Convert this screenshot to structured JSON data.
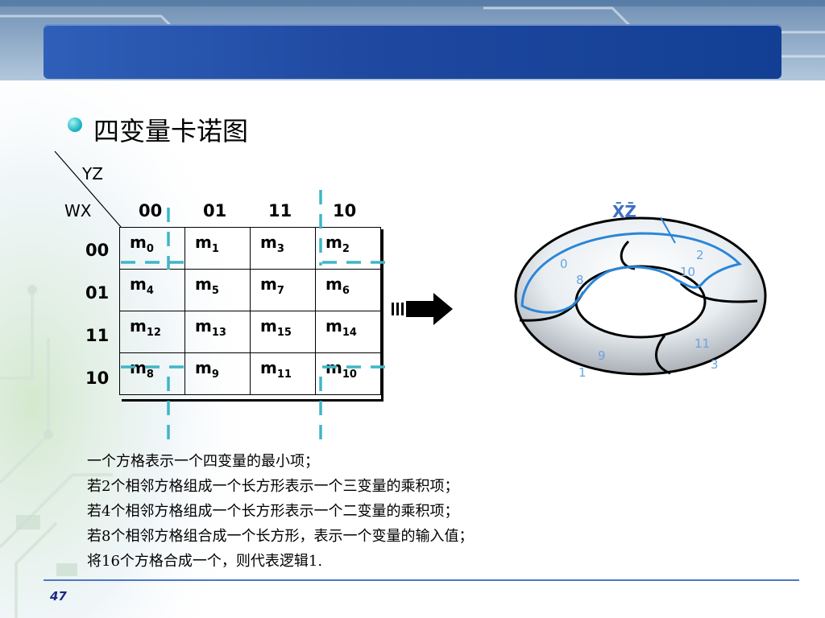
{
  "slide": {
    "title": "四变量卡诺图",
    "page_number": "47"
  },
  "kmap": {
    "row_var": "WX",
    "col_var": "YZ",
    "col_headers": [
      "00",
      "01",
      "11",
      "10"
    ],
    "row_headers": [
      "00",
      "01",
      "11",
      "10"
    ],
    "cells": [
      [
        {
          "base": "m",
          "sub": "0"
        },
        {
          "base": "m",
          "sub": "1"
        },
        {
          "base": "m",
          "sub": "3"
        },
        {
          "base": "m",
          "sub": "2"
        }
      ],
      [
        {
          "base": "m",
          "sub": "4"
        },
        {
          "base": "m",
          "sub": "5"
        },
        {
          "base": "m",
          "sub": "7"
        },
        {
          "base": "m",
          "sub": "6"
        }
      ],
      [
        {
          "base": "m",
          "sub": "12"
        },
        {
          "base": "m",
          "sub": "13"
        },
        {
          "base": "m",
          "sub": "15"
        },
        {
          "base": "m",
          "sub": "14"
        }
      ],
      [
        {
          "base": "m",
          "sub": "8"
        },
        {
          "base": "m",
          "sub": "9"
        },
        {
          "base": "m",
          "sub": "11"
        },
        {
          "base": "m",
          "sub": "10"
        }
      ]
    ]
  },
  "torus": {
    "label": "X̄Z̄",
    "numbers": [
      "0",
      "8",
      "2",
      "10",
      "11",
      "9",
      "1",
      "3"
    ]
  },
  "description_lines": [
    "一个方格表示一个四变量的最小项；",
    "若2个相邻方格组成一个长方形表示一个三变量的乘积项；",
    "若4个相邻方格组成一个长方形表示一个二变量的乘积项；",
    "若8个相邻方格组合成一个长方形，表示一个变量的输入值；",
    "将16个方格合成一个，则代表逻辑1."
  ],
  "colors": {
    "header_bar": "#1f48a0",
    "dashed_lines": "#3fb6c6",
    "torus_line": "#2a86d8",
    "footer_line": "#4a78c8"
  }
}
